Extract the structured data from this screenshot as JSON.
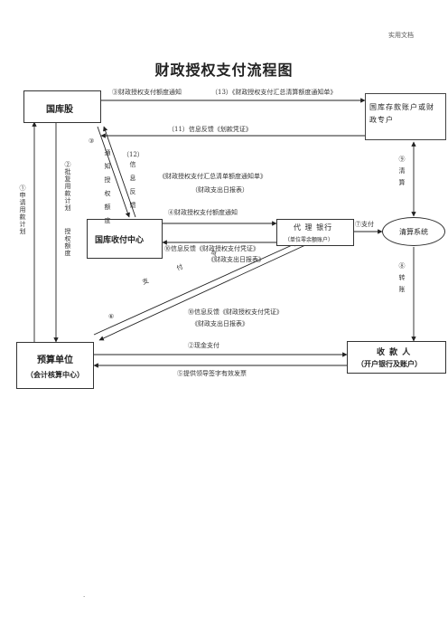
{
  "header": {
    "doc_type": "实用文档"
  },
  "title": "财政授权支付流程图",
  "nodes": {
    "treasury": "国库股",
    "treasury_account": "国库存款账户或财政专户",
    "collection_center": "国库收付中心",
    "agent_bank_name": "代 理 银行",
    "agent_bank_sub": "（单位零余额账户）",
    "clearing": "清算系统",
    "budget_unit_name": "预算单位",
    "budget_unit_sub": "（会计核算中心）",
    "payee_name": "收 款 人",
    "payee_sub": "（开户银行及账户）"
  },
  "labels": {
    "l3_top": "③财政授权支付额度通知",
    "l13_top": "（13）《财政授权支付汇总清算额度通知单》",
    "l11": "（11）信息反馈《划款凭证》",
    "l1": "①申请用款计划",
    "l2a": "②批复用款计划",
    "l2b": "授权额度",
    "l3_diag_num": "③",
    "l3_diag_text": "通知授权额度",
    "l12_num": "（12）",
    "l12_text": "信息反馈",
    "l12_doc1": "《财政授权支付汇总清单额度通知单》",
    "l12_doc2": "（财政支出日报表）",
    "l4": "④财政授权支付额度通知",
    "l10a": "⑩信息反馈《财政授权支付凭证》",
    "l10a_doc": "《财政支出日报表》",
    "l6_num": "⑥",
    "l6_text": "支付令",
    "l10b": "⑩信息反馈《财政授权支付凭证》",
    "l10b_doc": "《财政支出日报表》",
    "l7": "⑦支付",
    "l9": "⑨清算",
    "l8": "⑧转账",
    "l2cash": "②现金支付",
    "l5": "⑤提供领导签字有效发票"
  },
  "footer": {
    "mark": "."
  }
}
